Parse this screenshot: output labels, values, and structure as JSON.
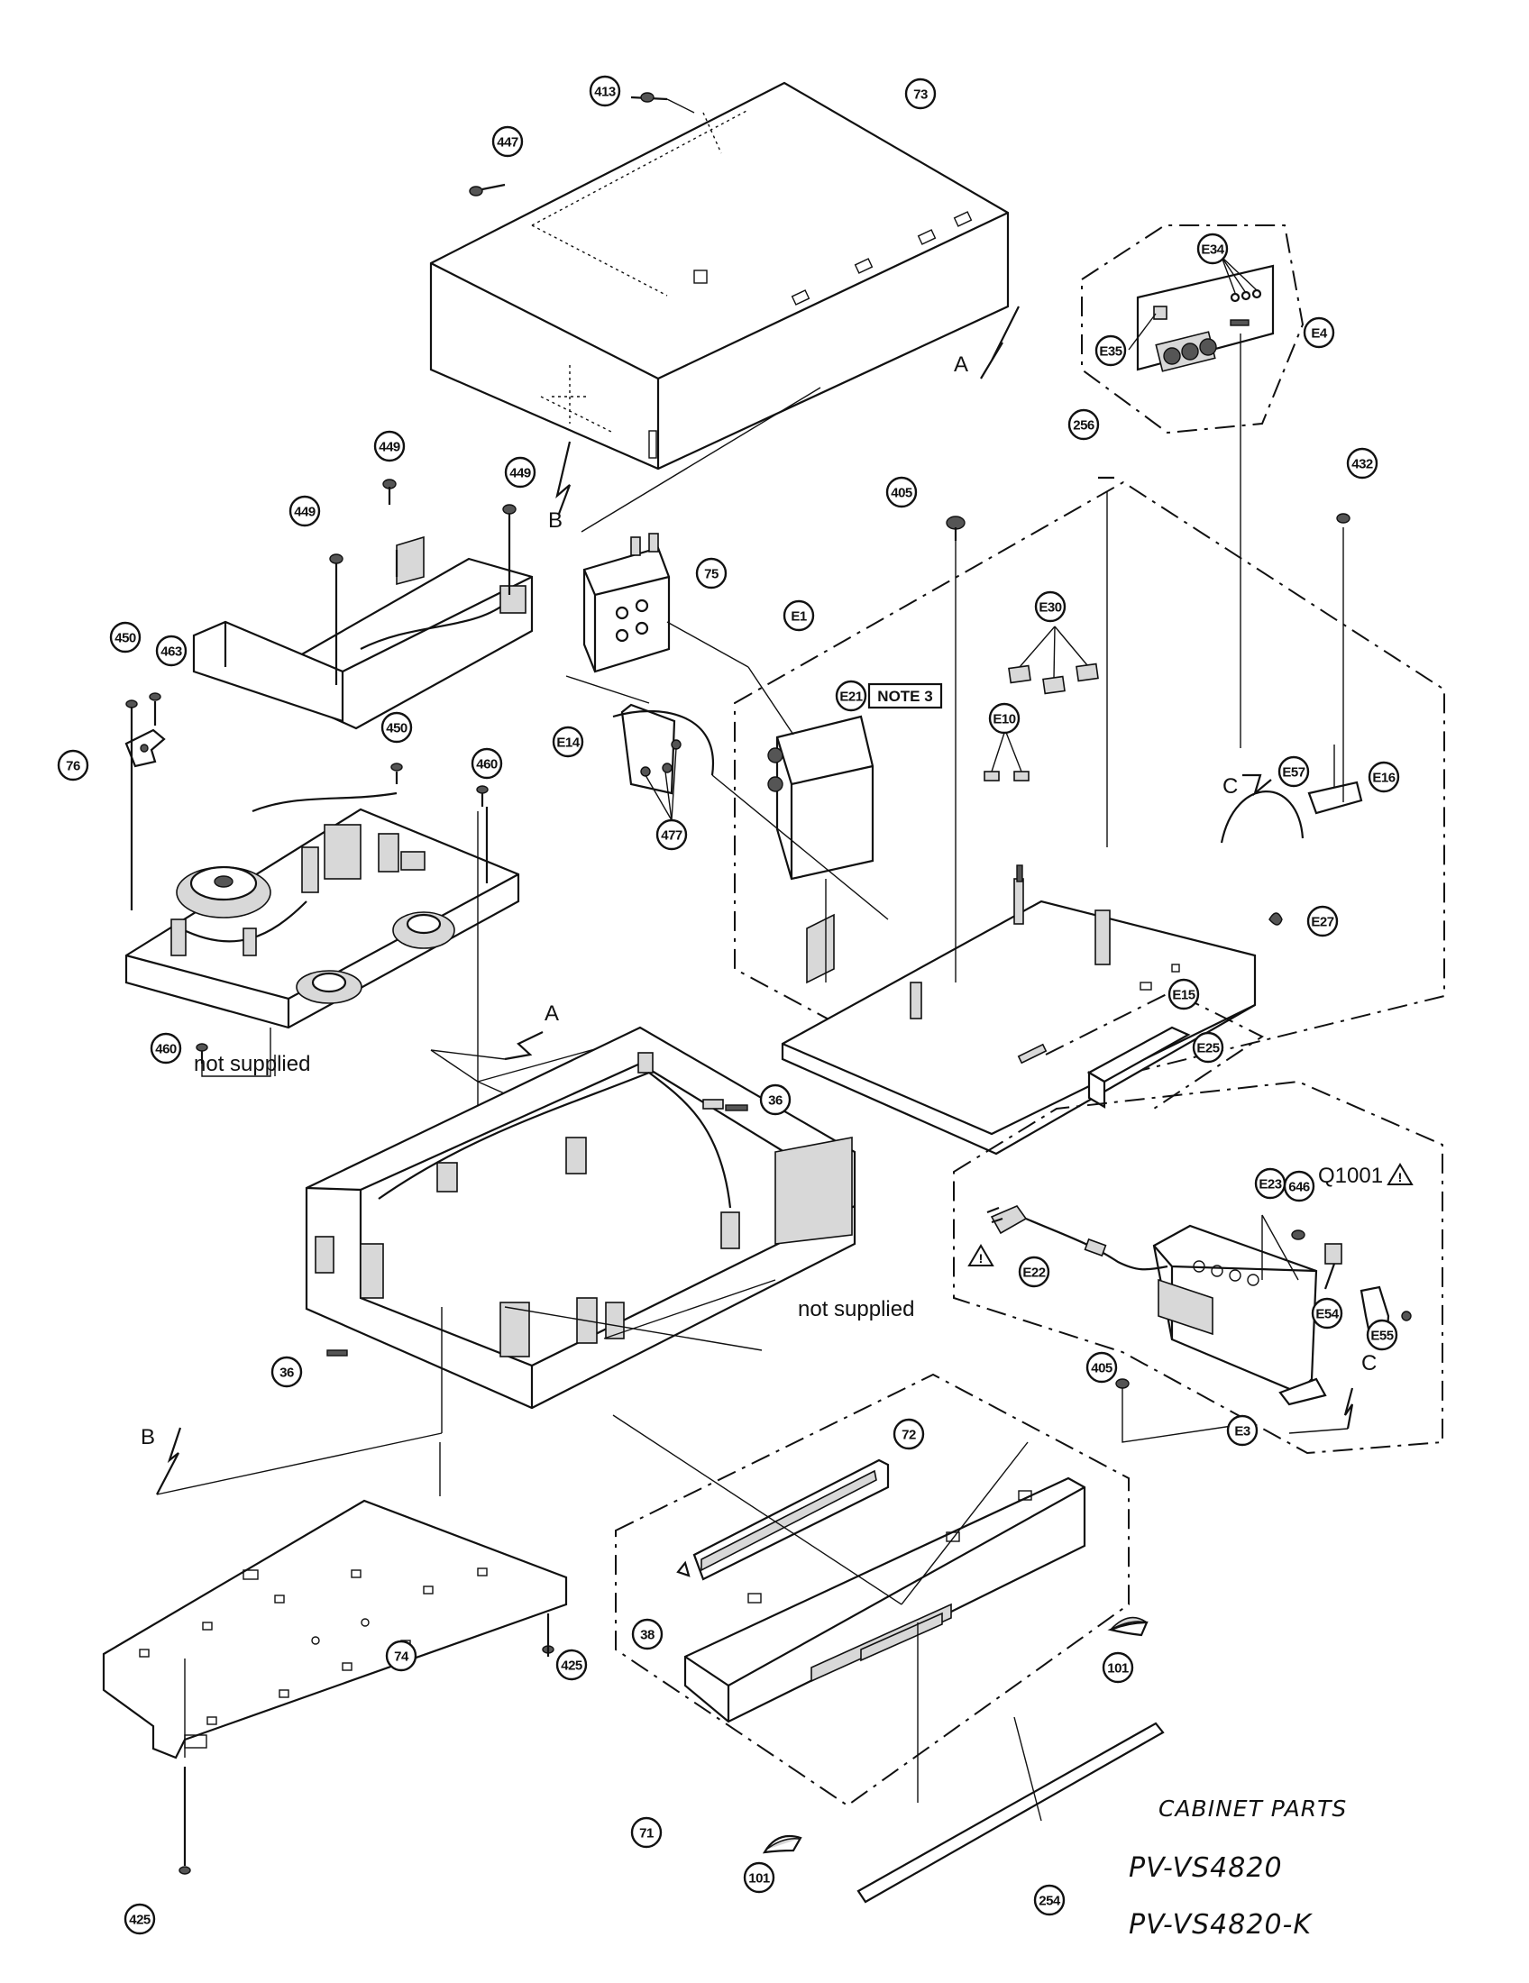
{
  "callouts": {
    "c413": "413",
    "c447": "447",
    "c73": "73",
    "cE34": "E34",
    "cE35": "E35",
    "cE4": "E4",
    "c256": "256",
    "c405a": "405",
    "c432": "432",
    "c449a": "449",
    "c449b": "449",
    "c449c": "449",
    "c75": "75",
    "cE1": "E1",
    "cE30": "E30",
    "c450a": "450",
    "c463": "463",
    "c450b": "450",
    "c76": "76",
    "cE21": "E21",
    "cE10": "E10",
    "cE14": "E14",
    "c477": "477",
    "cE57": "E57",
    "cE16": "E16",
    "c460a": "460",
    "cE27": "E27",
    "c460b": "460",
    "cE15": "E15",
    "cE25": "E25",
    "c36a": "36",
    "c646": "646",
    "cE23": "E23",
    "cE22": "E22",
    "cE54": "E54",
    "cE55": "E55",
    "c405b": "405",
    "cE3": "E3",
    "c36b": "36",
    "c72": "72",
    "c38": "38",
    "c101a": "101",
    "c425a": "425",
    "c74": "74",
    "c71": "71",
    "c101b": "101",
    "c425b": "425",
    "c254": "254"
  },
  "labels": {
    "arrow_a_top": "A",
    "arrow_b_top": "B",
    "arrow_a_mid": "A",
    "arrow_b_bottom": "B",
    "arrow_c_right": "C",
    "arrow_c_bottom": "C",
    "note3": "NOTE 3",
    "q1001": "Q1001",
    "not_supplied_1": "not supplied",
    "not_supplied_2": "not supplied"
  },
  "handwritten": {
    "title": "CABINET PARTS",
    "model1": "PV-VS4820",
    "model2": "PV-VS4820-K"
  }
}
